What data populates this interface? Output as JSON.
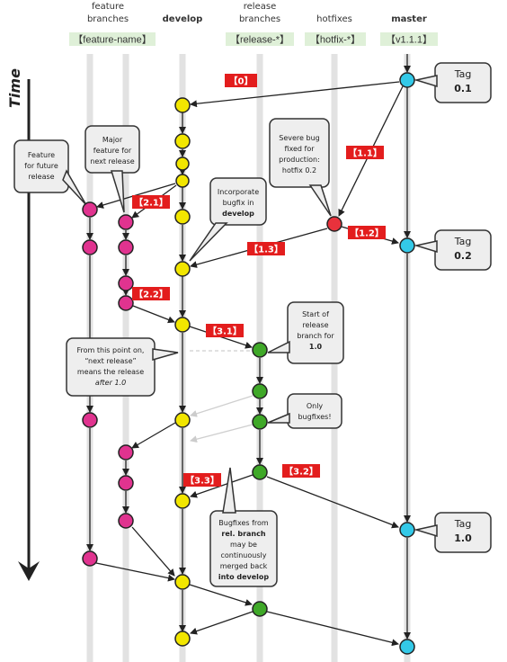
{
  "columns": {
    "feature": {
      "line1": "feature",
      "line2": "branches",
      "label": "【feature-name】"
    },
    "develop": {
      "line1": "develop",
      "label": ""
    },
    "release": {
      "line1": "release",
      "line2": "branches",
      "label": "【release-*】"
    },
    "hotfix": {
      "line1": "hotfixes",
      "label": "【hotfix-*】"
    },
    "master": {
      "line1": "master",
      "label": "【v1.1.1】"
    }
  },
  "time_label": "Time",
  "tags": [
    {
      "line1": "Tag",
      "line2": "0.1"
    },
    {
      "line1": "Tag",
      "line2": "0.2"
    },
    {
      "line1": "Tag",
      "line2": "1.0"
    }
  ],
  "steps": [
    "【0】",
    "【1.1】",
    "【1.2】",
    "【1.3】",
    "【2.1】",
    "【2.2】",
    "【3.1】",
    "【3.2】",
    "【3.3】"
  ],
  "notes": {
    "feature_future": [
      "Feature",
      "for future",
      "release"
    ],
    "major_feature": [
      "Major",
      "feature for",
      "next release"
    ],
    "severe_bug": [
      "Severe bug",
      "fixed for",
      "production:",
      "hotfix 0.2"
    ],
    "incorporate": [
      "Incorporate",
      "bugfix in",
      "develop"
    ],
    "start_release": [
      "Start of",
      "release",
      "branch for",
      "1.0"
    ],
    "next_release": [
      "From this point on,",
      "“next release”",
      "means the release",
      "after 1.0"
    ],
    "only_bugfixes": [
      "Only",
      "bugfixes!"
    ],
    "bugfixes_merged": [
      "Bugfixes from",
      "rel. branch",
      "may be",
      "continuously",
      "merged back",
      "into develop"
    ]
  },
  "colors": {
    "feature": "#e0338f",
    "develop": "#f2e600",
    "release": "#3fa828",
    "hotfix": "#e8323c",
    "master": "#33c9e8",
    "step_badge": "#e31d1d",
    "lane": "#e2e2e2",
    "label_bg": "#dff0d8"
  }
}
